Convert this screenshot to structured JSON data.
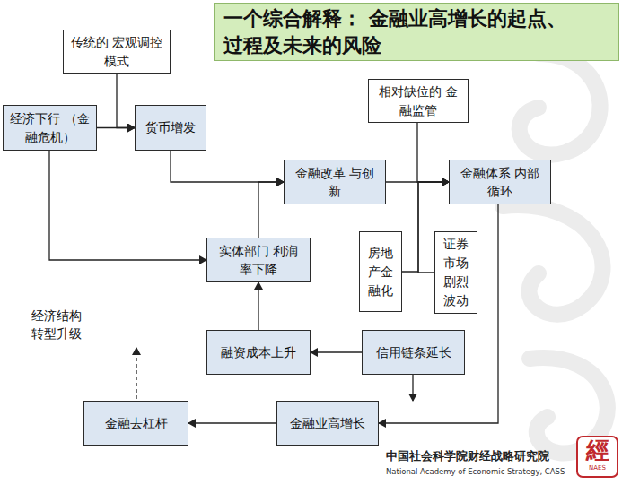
{
  "diagram": {
    "title": "一个综合解释： 金融业高增长的起点、过程及未来的风险",
    "nodes": [
      {
        "text": [
          "传统的 宏观调控模式"
        ]
      },
      {
        "text": [
          "经济下行 （金融危机）"
        ]
      },
      {
        "text": [
          "货币增发"
        ]
      },
      {
        "text": [
          "相对缺位的 金融监管"
        ]
      },
      {
        "text": [
          "金融改革 与创新"
        ]
      },
      {
        "text": [
          "金融体系 内部循环"
        ]
      },
      {
        "text": [
          "房地产金融化"
        ]
      },
      {
        "text": [
          "证券市场剧烈波动"
        ]
      },
      {
        "text": [
          "实体部门 利润率下降"
        ]
      },
      {
        "text": [
          "融资成本上升"
        ]
      },
      {
        "text": [
          "信用链条延长"
        ]
      },
      {
        "text": [
          "金融去杠杆"
        ]
      },
      {
        "text": [
          "金融业高增长"
        ]
      }
    ],
    "edges": [
      {
        "from": 1,
        "to": 2,
        "arrow": "to"
      },
      {
        "from": 0,
        "to": 2,
        "arrow": "to"
      },
      {
        "from": 2,
        "to": 4,
        "arrow": "to"
      },
      {
        "from": 1,
        "to": 8,
        "arrow": "to"
      },
      {
        "from": 8,
        "to": 4,
        "arrow": "to"
      },
      {
        "from": 4,
        "to": 5,
        "arrow": "to"
      },
      {
        "from": 3,
        "to": 5,
        "arrow": "to"
      },
      {
        "from": 6,
        "to": 5,
        "arrow": "to"
      },
      {
        "from": 7,
        "to": 5,
        "arrow": "to"
      },
      {
        "from": 5,
        "to": 12,
        "arrow": "to"
      },
      {
        "from": 10,
        "to": 9,
        "arrow": "to"
      },
      {
        "from": 10,
        "to": 12,
        "arrow": "to"
      },
      {
        "from": 9,
        "to": 8,
        "arrow": "to"
      },
      {
        "from": 12,
        "to": 11,
        "arrow": "to"
      }
    ],
    "labels": [
      "经济结构 转型升级",
      "中国社会科学院财经战略研究院",
      "National Academy of Economic Strategy, CASS",
      "經",
      "NAES"
    ]
  }
}
